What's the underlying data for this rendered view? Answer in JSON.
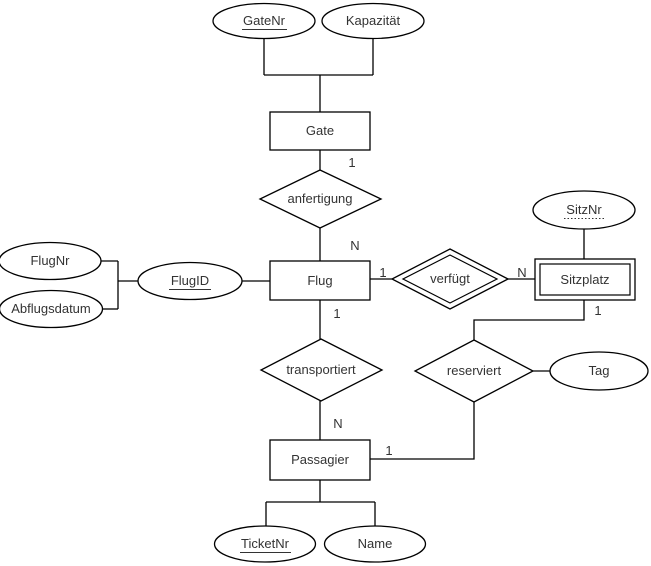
{
  "diagram": {
    "entities": {
      "gate": "Gate",
      "flug": "Flug",
      "sitzplatz": "Sitzplatz",
      "passagier": "Passagier"
    },
    "relationships": {
      "anfertigung": "anfertigung",
      "verfuegt": "verfügt",
      "transportiert": "transportiert",
      "reserviert": "reserviert"
    },
    "attributes": {
      "gatenr": "GateNr",
      "kapazitaet": "Kapazität",
      "flugnr": "FlugNr",
      "abflugsdatum": "Abflugsdatum",
      "flugid": "FlugID",
      "sitznr": "SitzNr",
      "tag": "Tag",
      "ticketnr": "TicketNr",
      "name": "Name"
    },
    "cardinalities": {
      "gate_anfertigung": "1",
      "anfertigung_flug": "N",
      "flug_verfuegt": "1",
      "verfuegt_sitzplatz": "N",
      "flug_transportiert": "1",
      "transportiert_passagier": "N",
      "sitzplatz_reserviert": "1",
      "passagier_reserviert": "1"
    },
    "colors": {
      "stroke": "#000000",
      "text": "#333333",
      "background": "#ffffff"
    }
  }
}
